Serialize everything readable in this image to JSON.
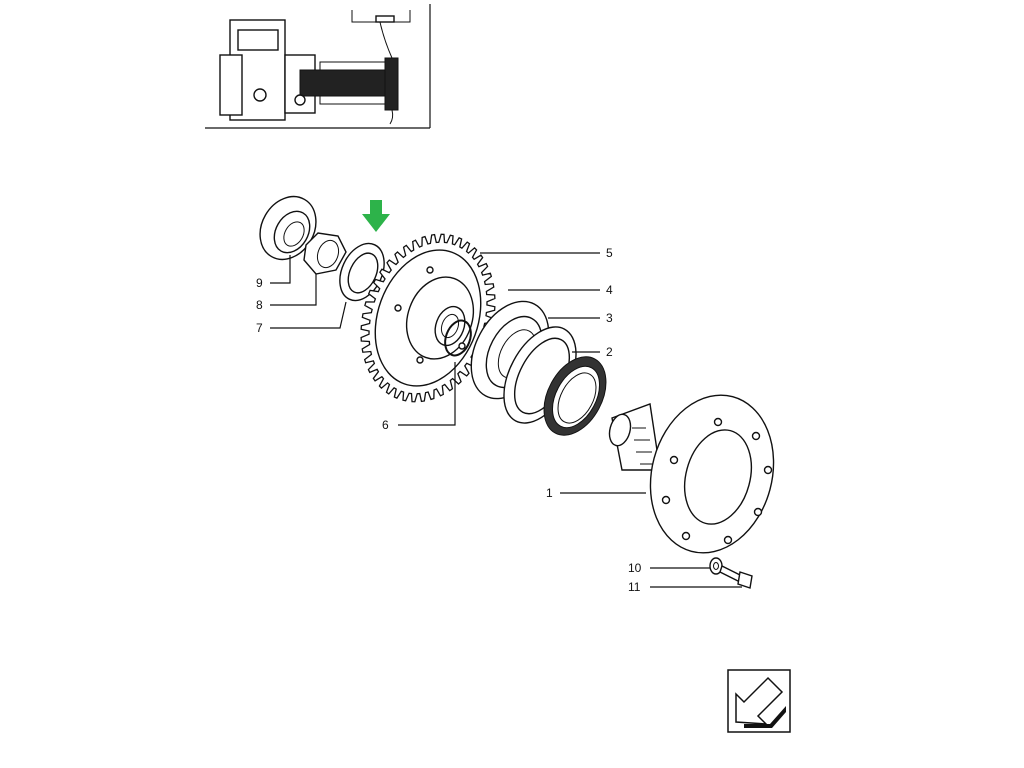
{
  "callouts": [
    {
      "id": "1",
      "text": "1"
    },
    {
      "id": "2",
      "text": "2"
    },
    {
      "id": "3",
      "text": "3"
    },
    {
      "id": "4",
      "text": "4"
    },
    {
      "id": "5",
      "text": "5"
    },
    {
      "id": "6",
      "text": "6"
    },
    {
      "id": "7",
      "text": "7"
    },
    {
      "id": "8",
      "text": "8"
    },
    {
      "id": "9",
      "text": "9"
    },
    {
      "id": "10",
      "text": "10"
    },
    {
      "id": "11",
      "text": "11"
    }
  ],
  "colors": {
    "highlight_arrow": "#2db34a",
    "ink": "#111111",
    "background": "#ffffff"
  },
  "icons": {
    "nav": "next-page-arrow-icon",
    "marker": "highlight-arrow-icon"
  }
}
